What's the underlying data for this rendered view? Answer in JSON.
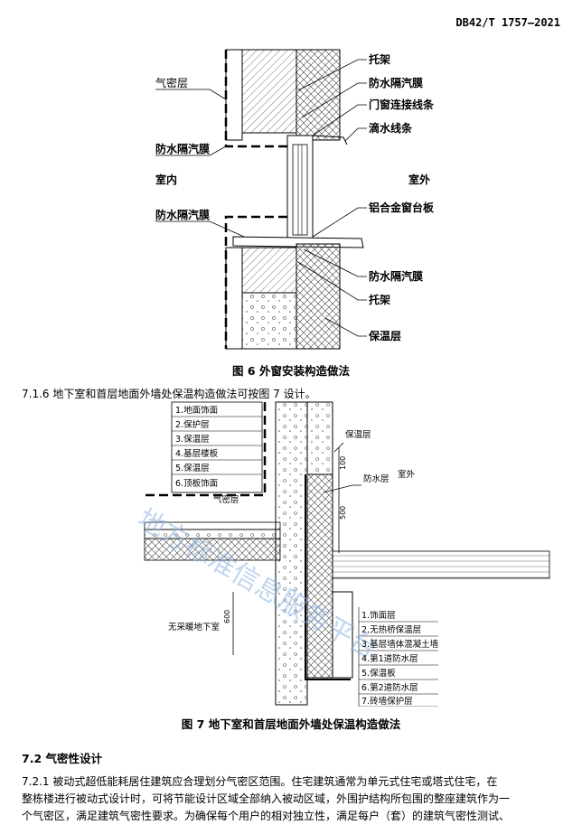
{
  "header": {
    "standard_code": "DB42/T 1757—2021"
  },
  "figure6": {
    "caption": "图 6  外窗安装构造做法",
    "labels": {
      "airtight": "气密层",
      "membrane_left_top": "防水隔汽膜",
      "indoor": "室内",
      "membrane_left_bottom": "防水隔汽膜",
      "bracket_top": "托架",
      "membrane_right_top": "防水隔汽膜",
      "window_connector": "门窗连接线条",
      "drip_strip": "滴水线条",
      "outdoor": "室外",
      "alu_sill": "铝合金窗台板",
      "membrane_right_bottom": "防水隔汽膜",
      "bracket_bottom": "托架",
      "insulation": "保温层"
    }
  },
  "clause_716": {
    "text": "7.1.6  地下室和首层地面外墙处保温构造做法可按图 7 设计。"
  },
  "figure7": {
    "caption": "图 7  地下室和首层地面外墙处保温构造做法",
    "floor_layers": [
      "1.地面饰面",
      "2.保护层",
      "3.保温层",
      "4.基层楼板",
      "5.保温层",
      "6.顶板饰面"
    ],
    "airtight": "气密层",
    "insulation": "保温层",
    "waterproof": "防水层",
    "outdoor": "室外",
    "dim_100": "100",
    "dim_500": "500",
    "dim_600": "600",
    "basement": "无采暖地下室",
    "wall_layers": [
      "1.饰面层",
      "2.无热桥保温层",
      "3.基层墙体混凝土墙",
      "4.第1道防水层",
      "5.保温板",
      "6.第2道防水层",
      "7.砖墙保护层"
    ],
    "watermark": "地方标准信息服务平台"
  },
  "section_72": {
    "title": "7.2  气密性设计"
  },
  "clause_721": {
    "lines": [
      "7.2.1  被动式超低能耗居住建筑应合理划分气密区范围。住宅建筑通常为单元式住宅或塔式住宅，在",
      "整栋楼进行被动式设计时，可将节能设计区域全部纳入被动区域，外围护结构所包围的整座建筑作为一",
      "个气密区，满足建筑气密性要求。为确保每个用户的相对独立性，满足每户（套）的建筑气密性测试、"
    ]
  }
}
